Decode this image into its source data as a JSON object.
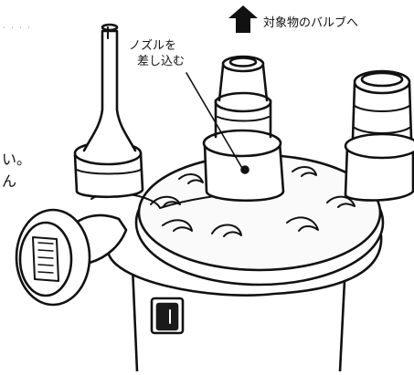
{
  "labels": {
    "arrow_to_valve": "対象物のバルブへ",
    "nozzle_insert_line1": "ノズルを",
    "nozzle_insert_line2": "差し込む",
    "left_edge_line1": "い。",
    "left_edge_line2": "ん",
    "top_left_dots": "· · · ·"
  },
  "colors": {
    "ink": "#111111",
    "fill_light": "#f7f7f7",
    "fill_white": "#ffffff",
    "fill_dark": "#1a1a1a"
  },
  "icons": {
    "up_arrow": "arrow-up-icon",
    "power_switch": "power-switch-icon",
    "pressure_gauge": "pressure-gauge-icon"
  }
}
